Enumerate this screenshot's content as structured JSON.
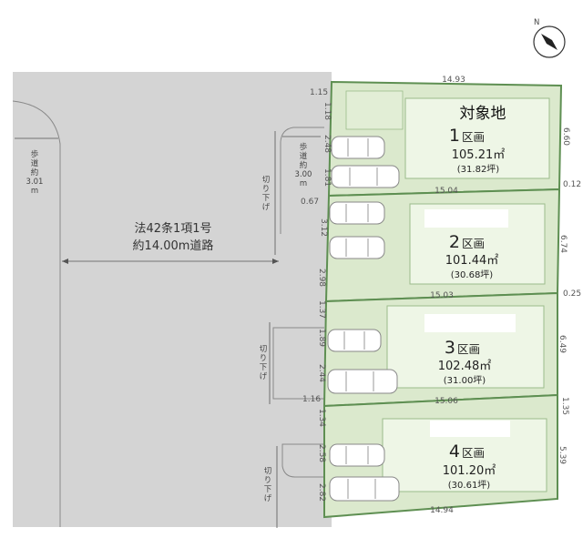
{
  "road": {
    "label_line1": "法42条1項1号",
    "label_line2": "約14.00m道路"
  },
  "sidewalk_left": {
    "l1": "歩",
    "l2": "道",
    "l3": "約",
    "l4": "3.01",
    "l5": "m"
  },
  "sidewalk_right": {
    "l1": "歩",
    "l2": "道",
    "l3": "約",
    "l4": "3.00",
    "l5": "m"
  },
  "cut_label": {
    "c1": "切",
    "c2": "り",
    "c3": "下",
    "c4": "げ"
  },
  "target_label": "対象地",
  "lot_suffix": "区画",
  "lots": [
    {
      "number": "1",
      "area": "105.21㎡",
      "tsubo": "(31.82坪)"
    },
    {
      "number": "2",
      "area": "101.44㎡",
      "tsubo": "(30.68坪)"
    },
    {
      "number": "3",
      "area": "102.48㎡",
      "tsubo": "(31.00坪)"
    },
    {
      "number": "4",
      "area": "101.20㎡",
      "tsubo": "(30.61坪)"
    }
  ],
  "dimensions": {
    "top": "14.93",
    "b12": "15.04",
    "b23": "15.03",
    "b34": "15.06",
    "bottom": "14.94",
    "right1": "6.60",
    "right2": "6.74",
    "right3": "6.49",
    "right4": "5.39",
    "right_small_1": "0.12",
    "right_small_2": "0.25",
    "right_small_3": "1.35",
    "left_1_15": "1.15",
    "left_1_18": "1.18",
    "left_2_48": "2.48",
    "left_1_81": "1.81",
    "left_0_67": "0.67",
    "left_3_12": "3.12",
    "left_2_98": "2.98",
    "left_1_37": "1.37",
    "left_1_89": "1.89",
    "left_2_44": "2.44",
    "left_1_16": "1.16",
    "left_1_34": "1.34",
    "left_2_58": "2.58",
    "left_2_82": "2.82"
  },
  "compass_letter": "N",
  "colors": {
    "road": "#d3d3d3",
    "lot_fill": "#dbe9cd",
    "lot_edge": "#5e8f52",
    "house": "#eef6e6"
  }
}
